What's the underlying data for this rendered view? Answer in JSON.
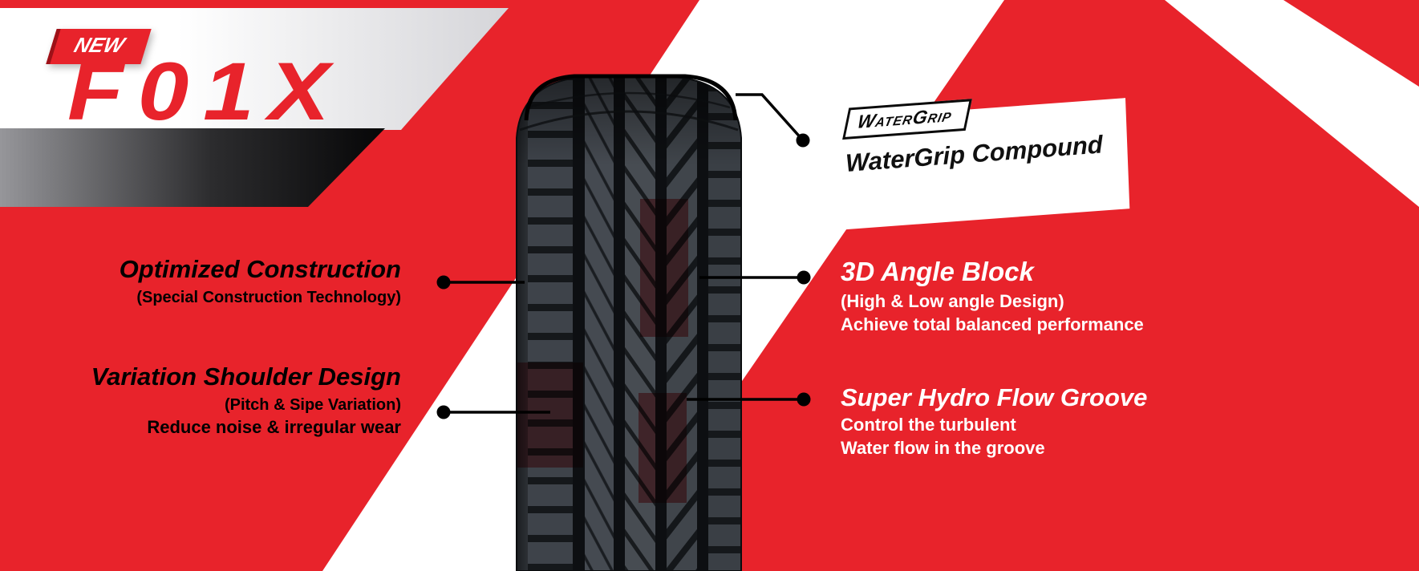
{
  "header": {
    "badge_label": "NEW",
    "product_name": "F01X"
  },
  "watergrip": {
    "logo_text": "WaterGrip",
    "title": "WaterGrip Compound"
  },
  "callouts": {
    "optimized_construction": {
      "title": "Optimized Construction",
      "subtitle": "(Special Construction Technology)"
    },
    "variation_shoulder_design": {
      "title": "Variation Shoulder Design",
      "subtitle": "(Pitch & Sipe Variation)",
      "description": "Reduce noise & irregular wear"
    },
    "angle_block_3d": {
      "title": "3D Angle Block",
      "subtitle": "(High & Low angle Design)",
      "description": "Achieve total balanced performance"
    },
    "super_hydro_flow_groove": {
      "title": "Super Hydro Flow Groove",
      "description_line1": "Control the turbulent",
      "description_line2": "Water flow in the groove"
    }
  },
  "colors": {
    "background_red": "#E8232B",
    "product_title_red": "#E8232B",
    "highlight_red": "#CF1420",
    "dark_stripe_black": "#060607",
    "text_dark": "#000000",
    "text_light": "#FFFFFF",
    "white_stripe": "#FFFFFF"
  }
}
